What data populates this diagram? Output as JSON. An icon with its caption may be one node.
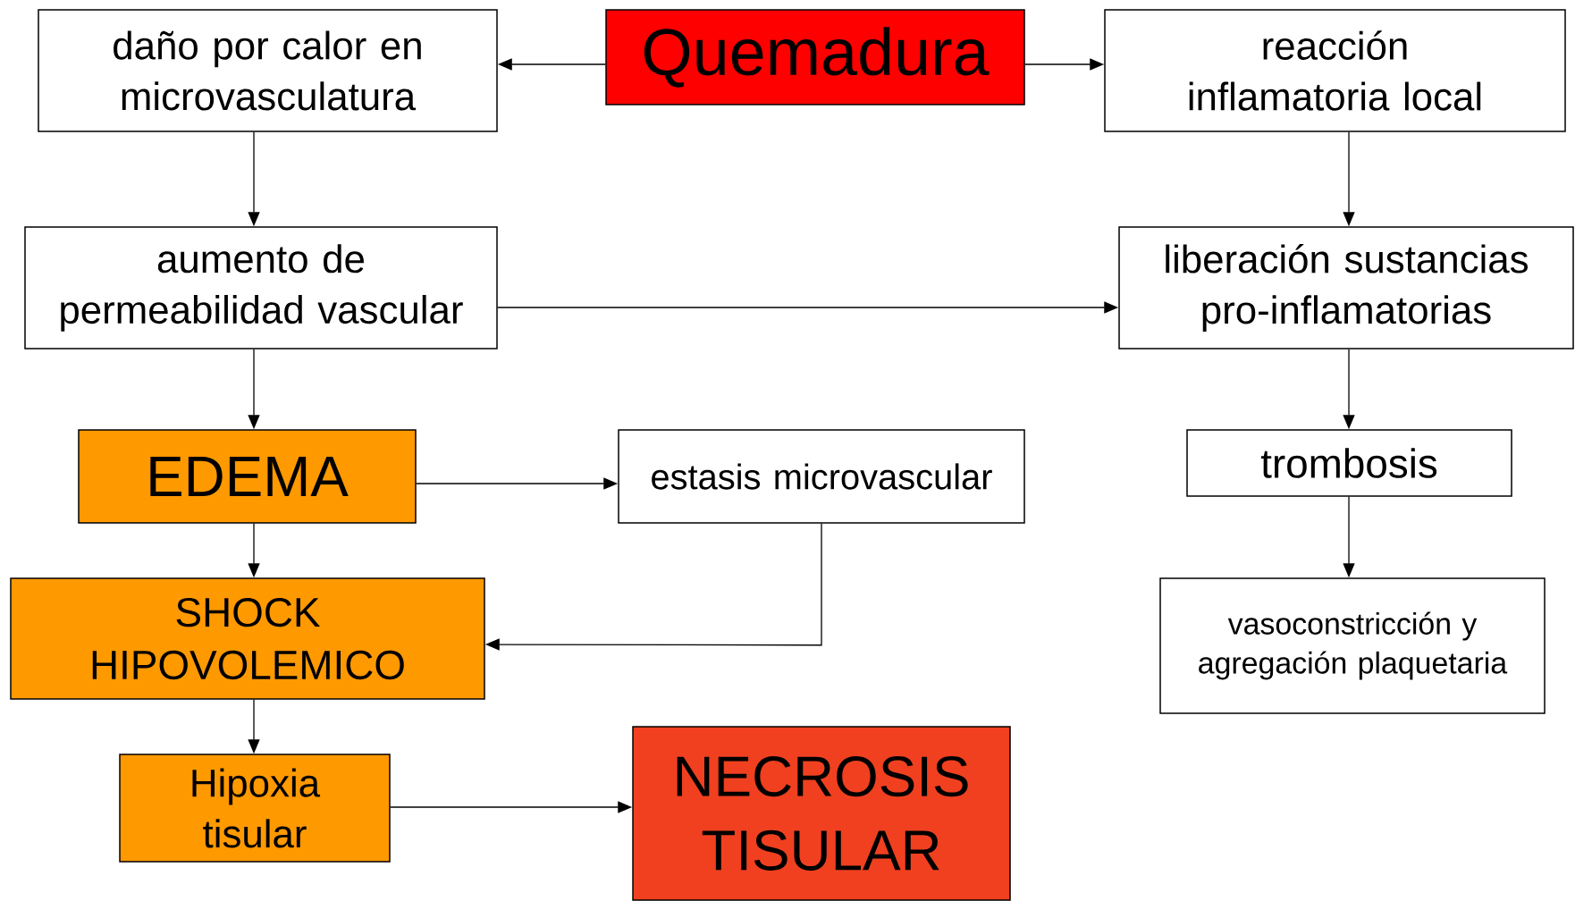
{
  "diagram": {
    "nodes": [
      {
        "text": [
          "Quemadura"
        ]
      },
      {
        "text": [
          "daño por calor en microvasculatura"
        ]
      },
      {
        "text": [
          "reacción inflamatoria local"
        ]
      },
      {
        "text": [
          "aumento de permeabilidad vascular"
        ]
      },
      {
        "text": [
          "liberación sustancias pro-inflamatorias"
        ]
      },
      {
        "text": [
          "EDEMA"
        ]
      },
      {
        "text": [
          "estasis microvascular"
        ]
      },
      {
        "text": [
          "trombosis"
        ]
      },
      {
        "text": [
          "SHOCK HIPOVOLEMICO"
        ]
      },
      {
        "text": [
          "vasoconstricción y agregación plaquetaria"
        ]
      },
      {
        "text": [
          "Hipoxia tisular"
        ]
      },
      {
        "text": [
          "NECROSIS TISULAR"
        ]
      }
    ],
    "edges": [
      {
        "from": 0,
        "to": 1,
        "arrow": "to"
      },
      {
        "from": 0,
        "to": 2,
        "arrow": "to"
      },
      {
        "from": 1,
        "to": 3,
        "arrow": "to"
      },
      {
        "from": 2,
        "to": 4,
        "arrow": "to"
      },
      {
        "from": 3,
        "to": 4,
        "arrow": "to"
      },
      {
        "from": 4,
        "to": 7,
        "arrow": "to"
      },
      {
        "from": 3,
        "to": 5,
        "arrow": "to"
      },
      {
        "from": 5,
        "to": 6,
        "arrow": "to"
      },
      {
        "from": 7,
        "to": 9,
        "arrow": "to"
      },
      {
        "from": 5,
        "to": 8,
        "arrow": "to"
      },
      {
        "from": 6,
        "to": 8,
        "arrow": "to"
      },
      {
        "from": 8,
        "to": 10,
        "arrow": "to"
      },
      {
        "from": 10,
        "to": 11,
        "arrow": "to"
      }
    ]
  }
}
